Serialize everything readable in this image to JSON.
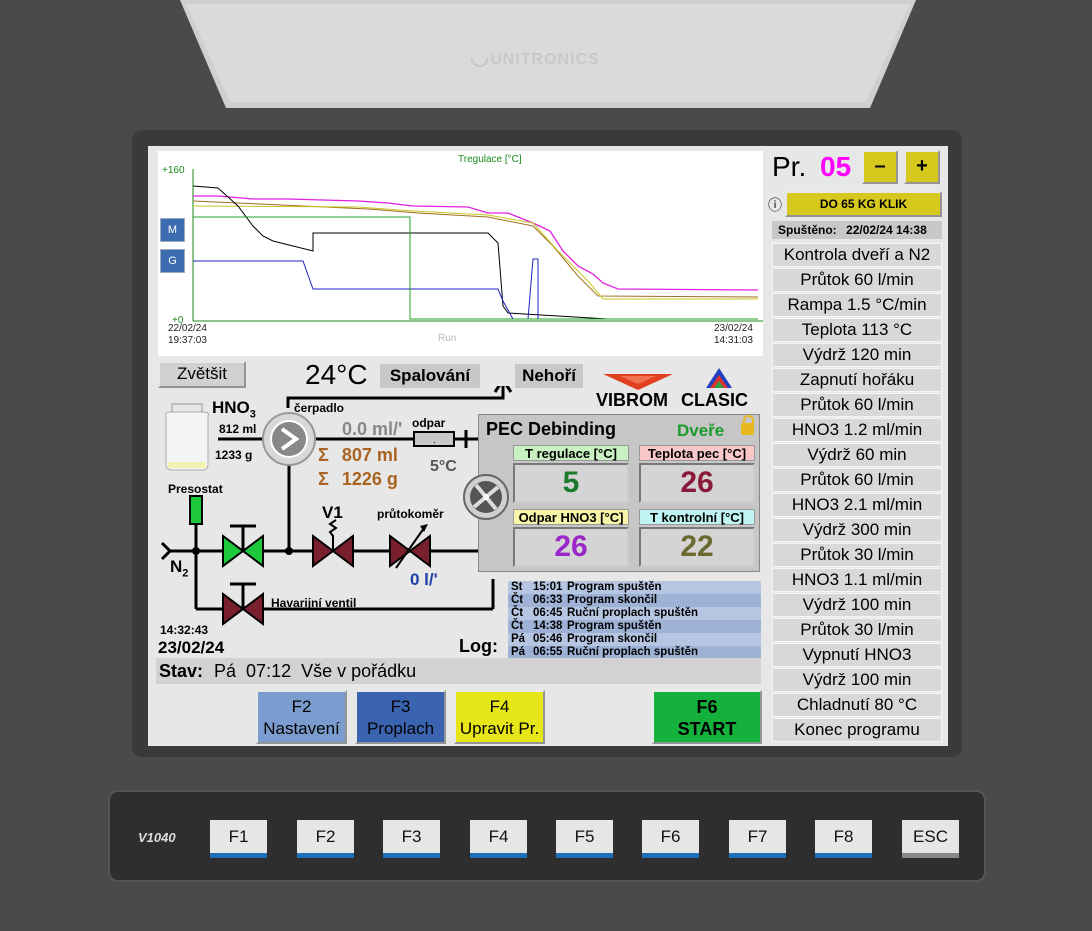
{
  "device": {
    "brand": "UNITRONICS",
    "model": "V1040"
  },
  "chart_data": {
    "type": "line",
    "title": "Tregulace [°C]",
    "ylim": [
      0,
      160
    ],
    "y_ticks": [
      "+160",
      "+0"
    ],
    "x_start": [
      "22/02/24",
      "19:37:03"
    ],
    "x_end": [
      "23/02/24",
      "14:31:03"
    ],
    "status_label": "Run",
    "side_buttons": [
      "M",
      "G"
    ]
  },
  "zoom_button": "Zvětšit",
  "process": {
    "temperature": "24°C",
    "burn_button": "Spalování",
    "burner_status": "Nehoří",
    "hno3_label": "HNO",
    "hno3_sub": "3",
    "hno3_ml": "812 ml",
    "hno3_g": "1233 g",
    "pump_label": "čerpadlo",
    "flow_rate": "0.0",
    "flow_unit": "ml/'",
    "sum_ml": "807 ml",
    "sum_g": "1226 g",
    "sigma": "Σ",
    "evap_label": "odpar",
    "evap_temp": "5°C",
    "presostat": "Presostat",
    "n2_label": "N",
    "n2_sub": "2",
    "v1_label": "V1",
    "flowmeter_label": "průtokoměr",
    "flowmeter_value": "0 l/'",
    "emergency_valve": "Havarijní ventil"
  },
  "brands": {
    "vibrom": "VIBROM",
    "clasic": "CLASIC"
  },
  "pec": {
    "title": "PEC Debinding",
    "doors": "Dveře",
    "t_reg_label": "T regulace [°C]",
    "t_reg_value": "5",
    "t_pec_label": "Teplota pec [°C]",
    "t_pec_value": "26",
    "odpar_label": "Odpar HNO3 [°C]",
    "odpar_value": "26",
    "t_ctrl_label": "T kontrolní [°C]",
    "t_ctrl_value": "22"
  },
  "datetime": {
    "time": "14:32:43",
    "date": "23/02/24"
  },
  "log": {
    "label": "Log:",
    "entries": [
      {
        "day": "St",
        "time": "15:01",
        "text": "Program spuštěn"
      },
      {
        "day": "Čt",
        "time": "06:33",
        "text": "Program skončil"
      },
      {
        "day": "Čt",
        "time": "06:45",
        "text": "Ruční proplach spuštěn"
      },
      {
        "day": "Čt",
        "time": "14:38",
        "text": "Program spuštěn"
      },
      {
        "day": "Pá",
        "time": "05:46",
        "text": "Program skončil"
      },
      {
        "day": "Pá",
        "time": "06:55",
        "text": "Ruční proplach spuštěn"
      }
    ]
  },
  "status": {
    "label": "Stav:",
    "text": "Pá  07:12  Vše v pořádku"
  },
  "soft_keys": {
    "f2": {
      "key": "F2",
      "label": "Nastavení"
    },
    "f3": {
      "key": "F3",
      "label": "Proplach"
    },
    "f4": {
      "key": "F4",
      "label": "Upravit Pr."
    },
    "f6": {
      "key": "F6",
      "label": "START"
    }
  },
  "program": {
    "prefix": "Pr.",
    "number": "05",
    "minus": "–",
    "plus": "+",
    "info_icon": "ⓘ",
    "name": "DO 65 KG KLIK",
    "started_label": "Spuštěno:",
    "started_value": "22/02/24 14:38",
    "steps": [
      "Kontrola dveří a N2",
      "Průtok 60 l/min",
      "Rampa 1.5 °C/min",
      "Teplota 113 °C",
      "Výdrž 120 min",
      "Zapnutí hořáku",
      "Průtok 60 l/min",
      "HNO3 1.2 ml/min",
      "Výdrž 60 min",
      "Průtok 60 l/min",
      "HNO3 2.1 ml/min",
      "Výdrž 300 min",
      "Průtok 30 l/min",
      "HNO3 1.1 ml/min",
      "Výdrž 100 min",
      "Průtok 30 l/min",
      "Vypnutí HNO3",
      "Výdrž 100 min",
      "Chladnutí 80 °C",
      "Konec programu"
    ]
  },
  "hw_keys": [
    "F1",
    "F2",
    "F3",
    "F4",
    "F5",
    "F6",
    "F7",
    "F8",
    "ESC"
  ],
  "colors": {
    "device": "#4a4a4a",
    "screen": "#e7e7e7",
    "f6_green": "#14b23c",
    "f4_yellow": "#e6e619",
    "program_magenta": "#ff00ff"
  }
}
